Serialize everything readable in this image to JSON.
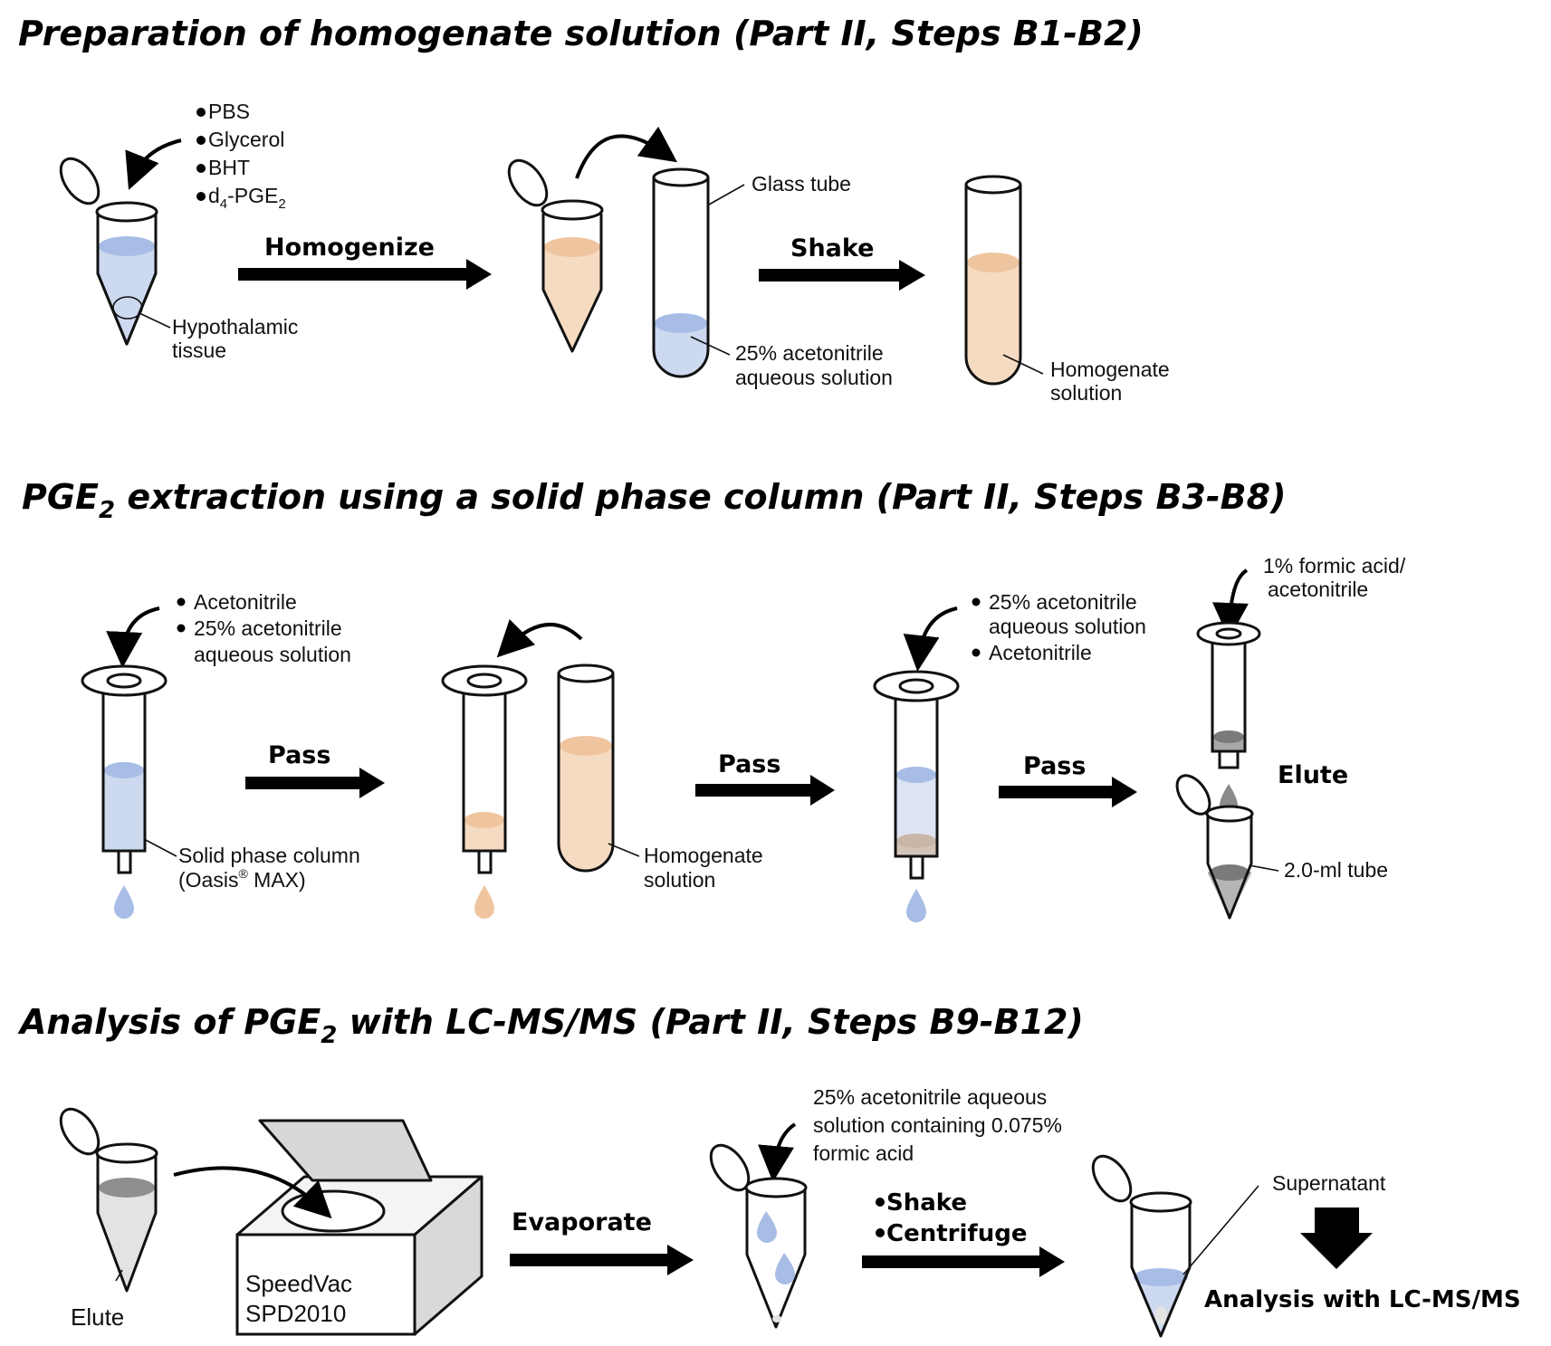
{
  "colors": {
    "blue_liquid": "#cdd9ef",
    "blue_surface": "#a7bde6",
    "peach_liquid": "#f5dbc1",
    "peach_surface": "#efc5a0",
    "gray_liquid": "#a8a8a8",
    "gray_surface": "#7a7a7a",
    "light_gray": "#e3e3e3"
  },
  "section1": {
    "title": "Preparation of homogenate solution (Part II, Steps B1-B2)",
    "reagents": [
      "PBS",
      "Glycerol",
      "BHT"
    ],
    "reagent_d4": "d",
    "reagent_d4_sub1": "4",
    "reagent_d4_mid": "-PGE",
    "reagent_d4_sub2": "2",
    "tissue_label_1": "Hypothalamic",
    "tissue_label_2": "tissue",
    "step1_verb": "Homogenize",
    "glass_tube_label": "Glass tube",
    "acn_label_1": "25% acetonitrile",
    "acn_label_2": "aqueous solution",
    "step2_verb": "Shake",
    "homogenate_label_1": "Homogenate",
    "homogenate_label_2": "solution"
  },
  "section2": {
    "title_pre": "PGE",
    "title_sub": "2",
    "title_post": " extraction using a solid phase column (Part II, Steps B3-B8)",
    "col1_reagents": [
      "Acetonitrile",
      "25% acetonitrile",
      "aqueous solution"
    ],
    "column_label_1": "Solid phase column",
    "column_label_2a": "(Oasis",
    "column_label_2b": "®",
    "column_label_2c": " MAX)",
    "pass1": "Pass",
    "homogenate_label_1": "Homogenate",
    "homogenate_label_2": "solution",
    "pass2": "Pass",
    "col3_reagents": [
      "25% acetonitrile",
      "aqueous solution",
      "Acetonitrile"
    ],
    "pass3": "Pass",
    "formic_label_1": "1% formic acid/",
    "formic_label_2": "acetonitrile",
    "elute_verb": "Elute",
    "tube_label": "2.0-ml tube"
  },
  "section3": {
    "title_pre": "Analysis of PGE",
    "title_sub": "2",
    "title_post": " with LC-MS/MS (Part II, Steps B9-B12)",
    "elute_label": "Elute",
    "speedvac_1": "SpeedVac",
    "speedvac_2": "SPD2010",
    "evaporate_verb": "Evaporate",
    "reconst_label_1": "25% acetonitrile aqueous",
    "reconst_label_2": "solution containing 0.075%",
    "reconst_label_3": "formic acid",
    "shake_label": "Shake",
    "centrifuge_label": "Centrifuge",
    "supernatant_label": "Supernatant",
    "analysis_label": "Analysis with LC-MS/MS"
  }
}
